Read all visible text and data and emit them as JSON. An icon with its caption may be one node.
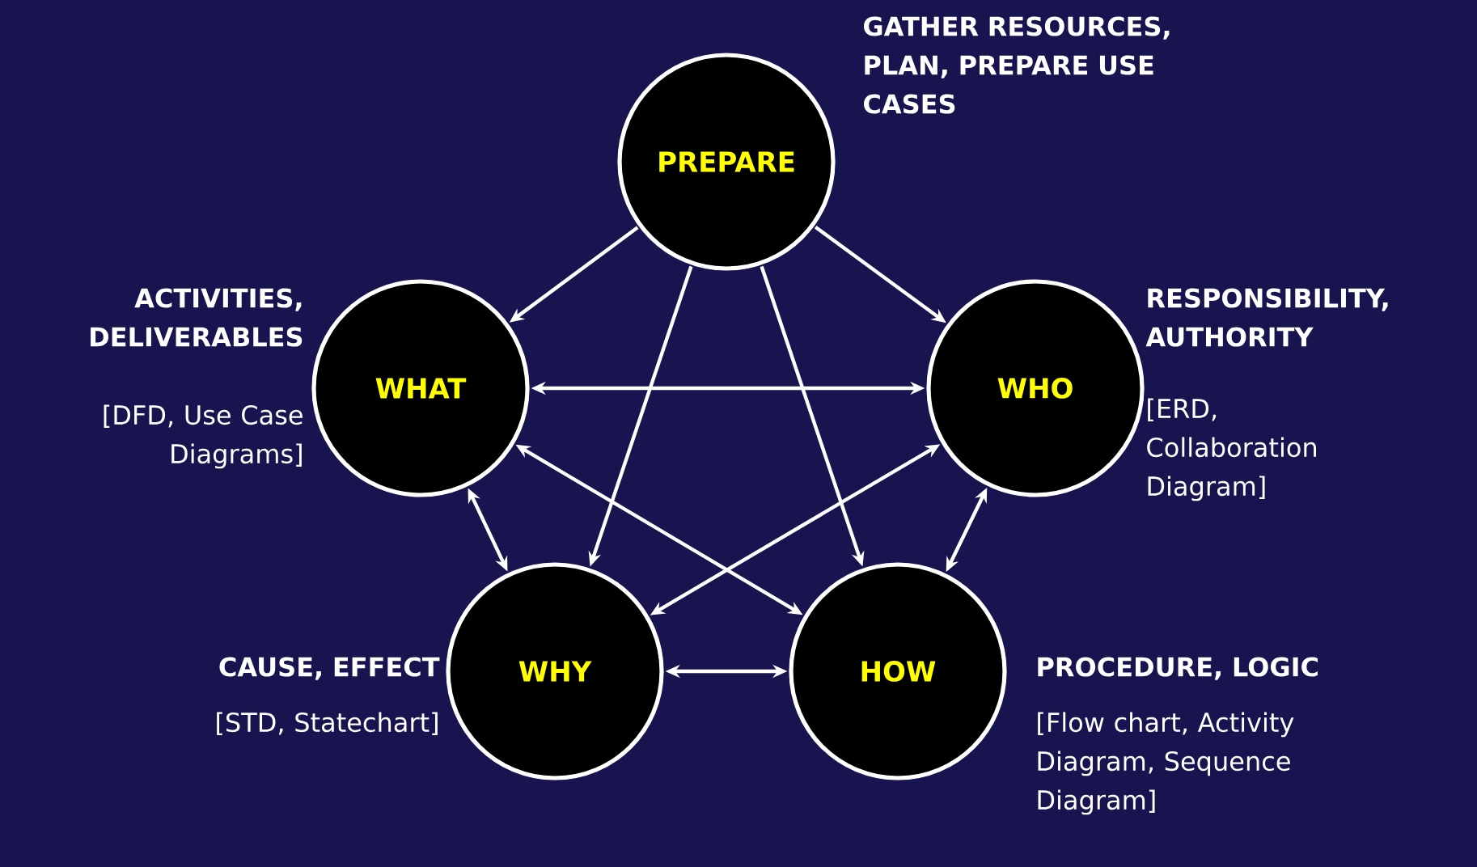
{
  "diagram": {
    "nodes": [
      {
        "text": [
          "PREPARE"
        ],
        "beside": [
          "GATHER RESOURCES, PLAN, PREPARE USE CASES"
        ]
      },
      {
        "text": [
          "WHAT"
        ],
        "beside": [
          "ACTIVITIES, DELIVERABLES",
          "[DFD, Use Case Diagrams]"
        ]
      },
      {
        "text": [
          "WHO"
        ],
        "beside": [
          "RESPONSIBILITY, AUTHORITY",
          "[ERD, Collaboration Diagram]"
        ]
      },
      {
        "text": [
          "WHY"
        ],
        "beside": [
          "CAUSE, EFFECT",
          "[STD, Statechart]"
        ]
      },
      {
        "text": [
          "HOW"
        ],
        "beside": [
          "PROCEDURE, LOGIC",
          "[Flow chart, Activity Diagram, Sequence Diagram]"
        ]
      }
    ],
    "edges": [
      {
        "from": 0,
        "to": 1,
        "arrow": "to"
      },
      {
        "from": 0,
        "to": 2,
        "arrow": "to"
      },
      {
        "from": 0,
        "to": 3,
        "arrow": "to"
      },
      {
        "from": 0,
        "to": 4,
        "arrow": "to"
      },
      {
        "from": 1,
        "to": 2,
        "arrow": "both"
      },
      {
        "from": 1,
        "to": 3,
        "arrow": "both"
      },
      {
        "from": 1,
        "to": 4,
        "arrow": "both"
      },
      {
        "from": 2,
        "to": 3,
        "arrow": "both"
      },
      {
        "from": 2,
        "to": 4,
        "arrow": "both"
      },
      {
        "from": 3,
        "to": 4,
        "arrow": "both"
      }
    ]
  }
}
